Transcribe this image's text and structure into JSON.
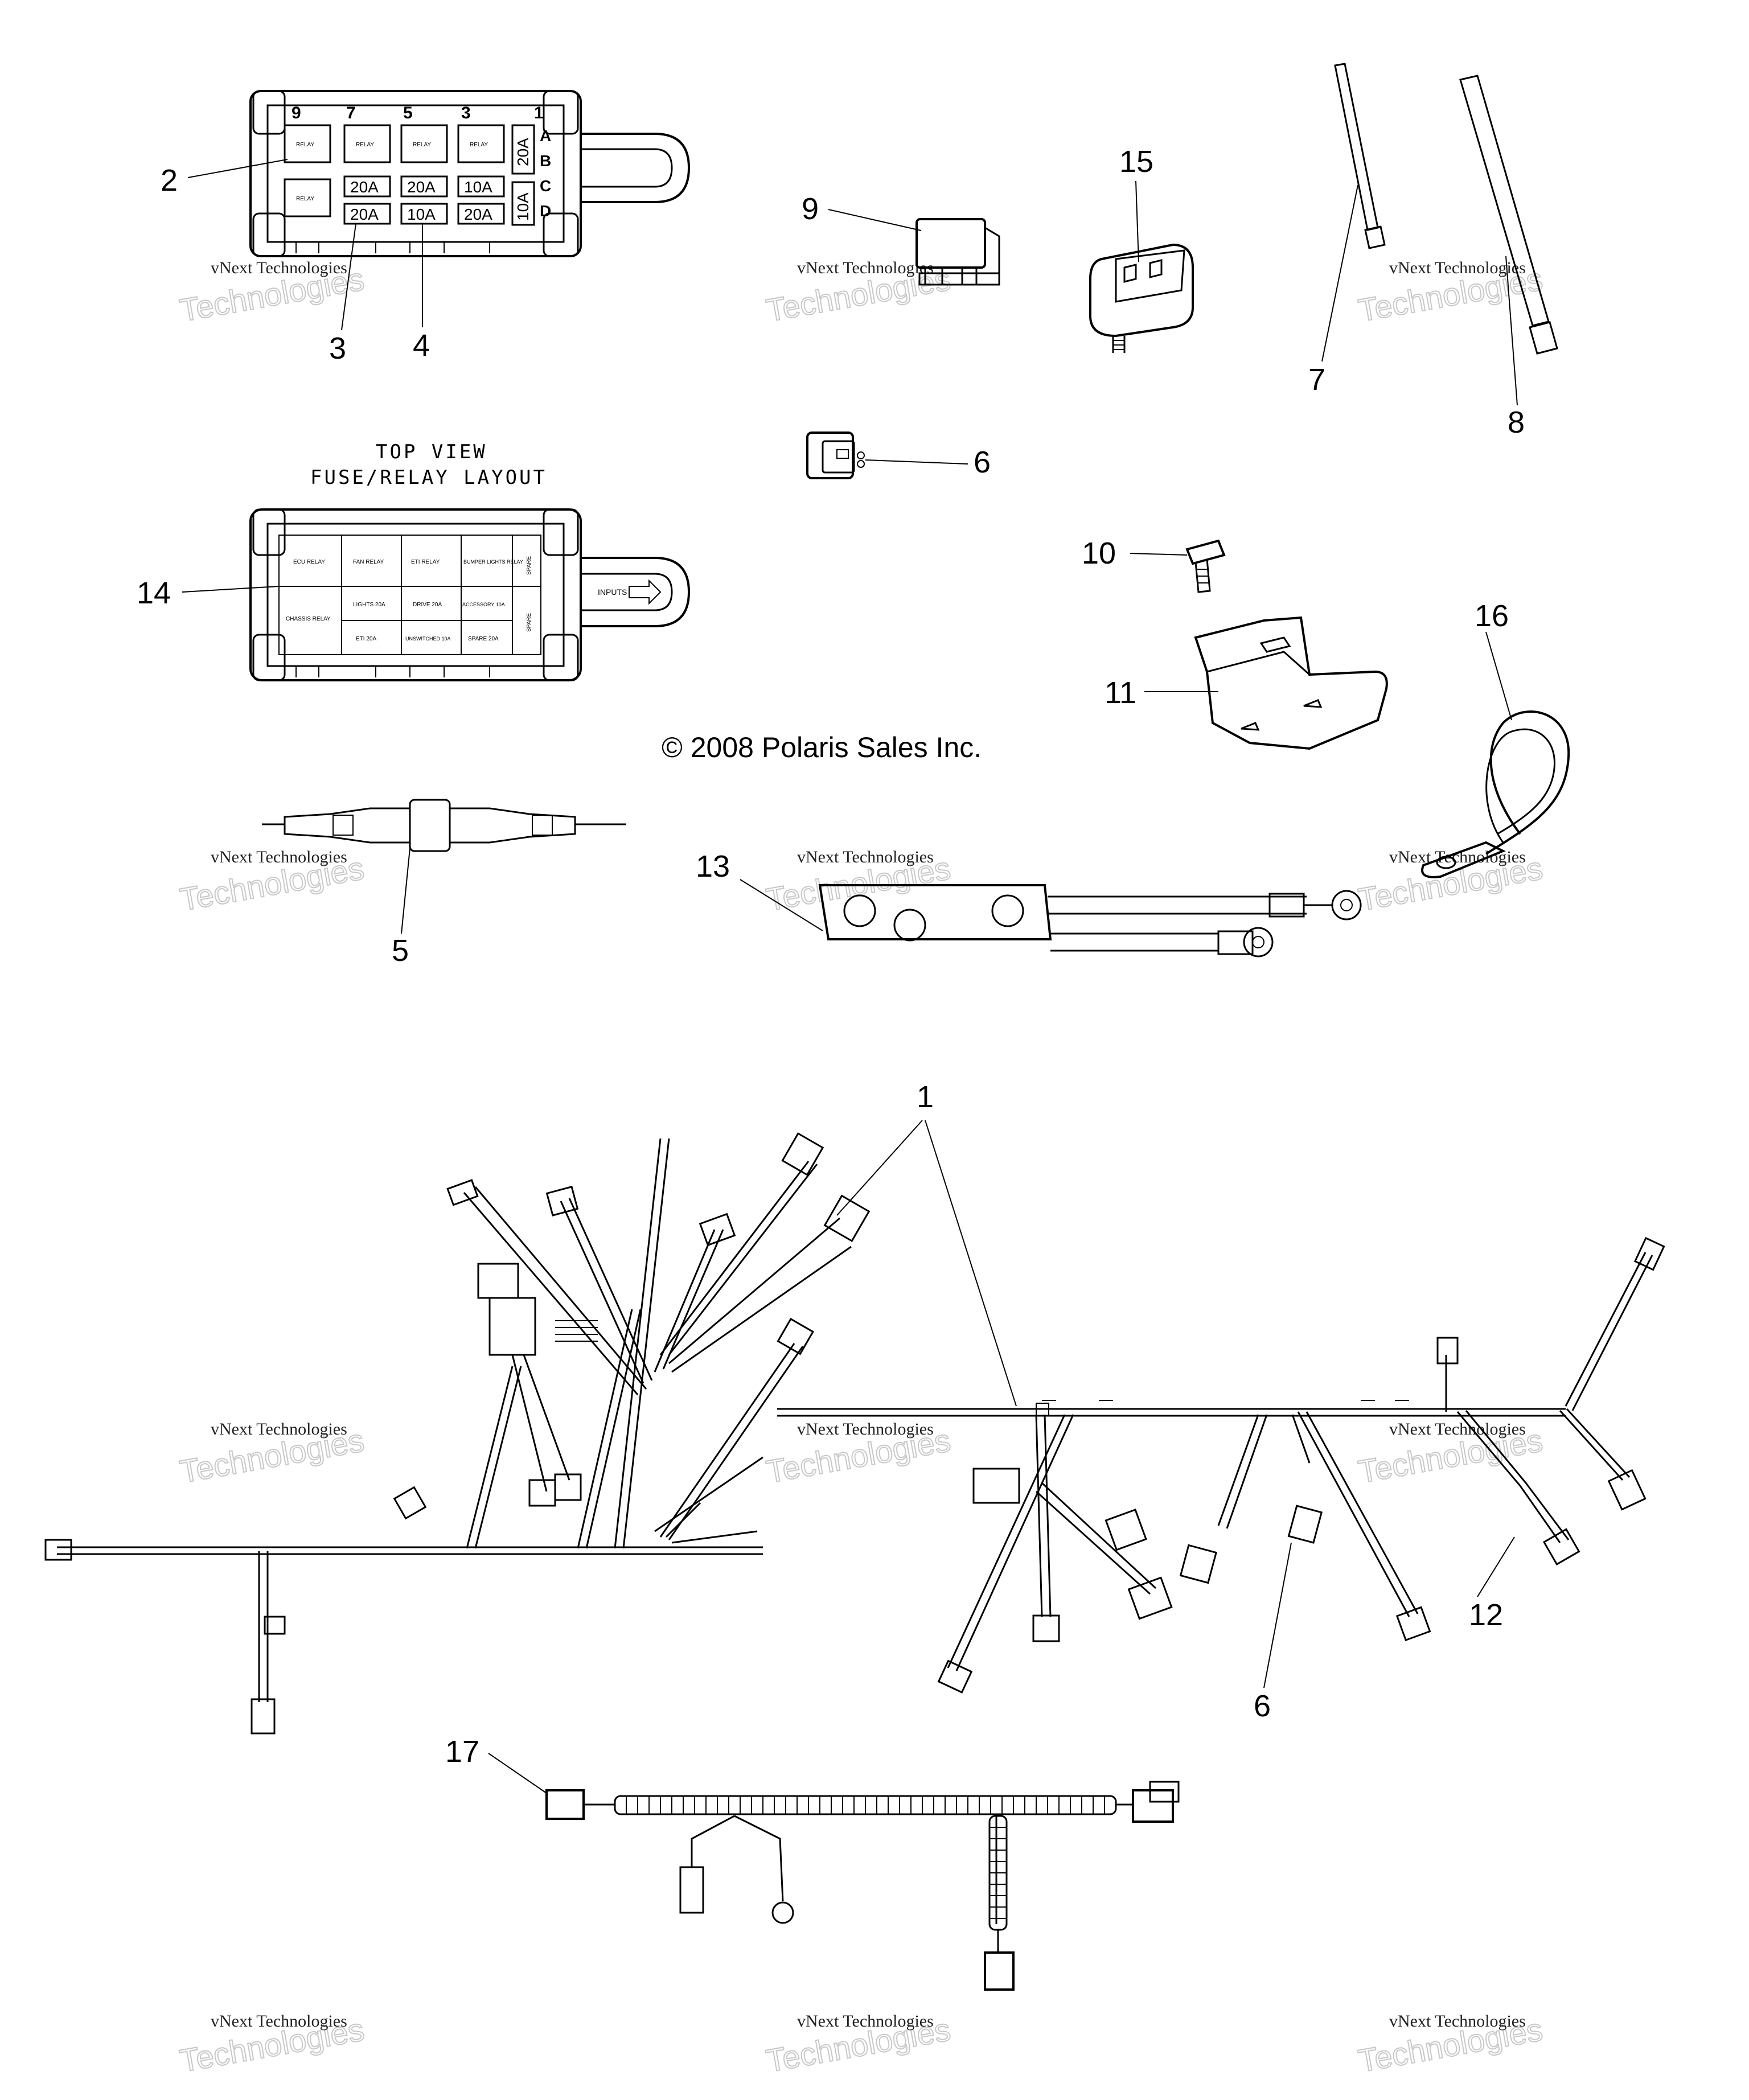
{
  "callouts": {
    "c1": "1",
    "c2": "2",
    "c3": "3",
    "c4": "4",
    "c5": "5",
    "c6a": "6",
    "c6b": "6",
    "c7": "7",
    "c8": "8",
    "c9": "9",
    "c10": "10",
    "c11": "11",
    "c12": "12",
    "c13": "13",
    "c14": "14",
    "c15": "15",
    "c16": "16",
    "c17": "17"
  },
  "fuse_box_top": {
    "positions": [
      "9",
      "7",
      "5",
      "3",
      "1"
    ],
    "rows": [
      "A",
      "B",
      "C",
      "D"
    ],
    "relay_label": "RELAY",
    "fuses": [
      "20A",
      "20A",
      "10A",
      "20A",
      "10A",
      "20A"
    ],
    "side_fuses": [
      "20A",
      "10A"
    ]
  },
  "layout_view": {
    "heading_line1": "TOP VIEW",
    "heading_line2": "FUSE/RELAY LAYOUT",
    "cells": {
      "ecu_relay": "ECU RELAY",
      "fan_relay": "FAN RELAY",
      "eti_relay": "ETI RELAY",
      "bumper_lights_relay": "BUMPER LIGHTS RELAY",
      "spare_top": "SPARE",
      "chassis_relay": "CHASSIS RELAY",
      "lights": "LIGHTS 20A",
      "drive": "DRIVE 20A",
      "accessory": "ACCESSORY 10A",
      "spare_side": "SPARE",
      "eti": "ETI 20A",
      "unswitched": "UNSWITCHED 10A",
      "spare_bottom": "SPARE 20A"
    },
    "arrow_label": "INPUTS"
  },
  "copyright": "© 2008 Polaris Sales Inc.",
  "watermark": {
    "line1": "vNext Technologies",
    "line2": "Technologies"
  },
  "colors": {
    "ink": "#000000",
    "watermark": "#c8c8c8",
    "background": "#ffffff"
  }
}
